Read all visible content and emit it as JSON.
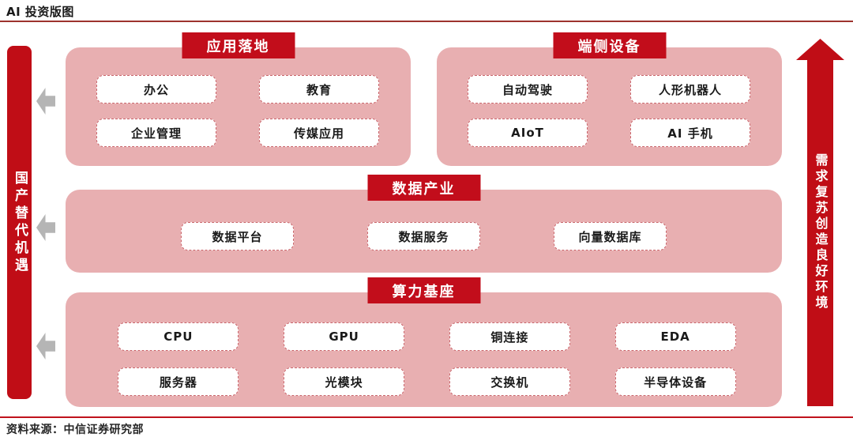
{
  "page": {
    "title": "AI 投资版图",
    "source": "资料来源：中信证券研究部"
  },
  "colors": {
    "accent_red": "#c20d1b",
    "bar_red": "#c00d16",
    "panel_pink": "#e8afb1",
    "item_dashed_border": "#c9666c",
    "gray_arrow": "#b5b5b5",
    "title_rule": "#9e332e",
    "bottom_rule": "#c0121c"
  },
  "left_bar": {
    "label": "国产替代机遇"
  },
  "right_arrow": {
    "label": "需求复苏创造良好环境"
  },
  "panels": [
    {
      "id": "application",
      "header": "应用落地",
      "items": [
        "办公",
        "教育",
        "企业管理",
        "传媒应用"
      ]
    },
    {
      "id": "edge-devices",
      "header": "端侧设备",
      "items": [
        "自动驾驶",
        "人形机器人",
        "AIoT",
        "AI 手机"
      ]
    },
    {
      "id": "data-industry",
      "header": "数据产业",
      "items": [
        "数据平台",
        "数据服务",
        "向量数据库"
      ]
    },
    {
      "id": "compute-base",
      "header": "算力基座",
      "items": [
        "CPU",
        "GPU",
        "铜连接",
        "EDA",
        "服务器",
        "光模块",
        "交换机",
        "半导体设备"
      ]
    }
  ]
}
